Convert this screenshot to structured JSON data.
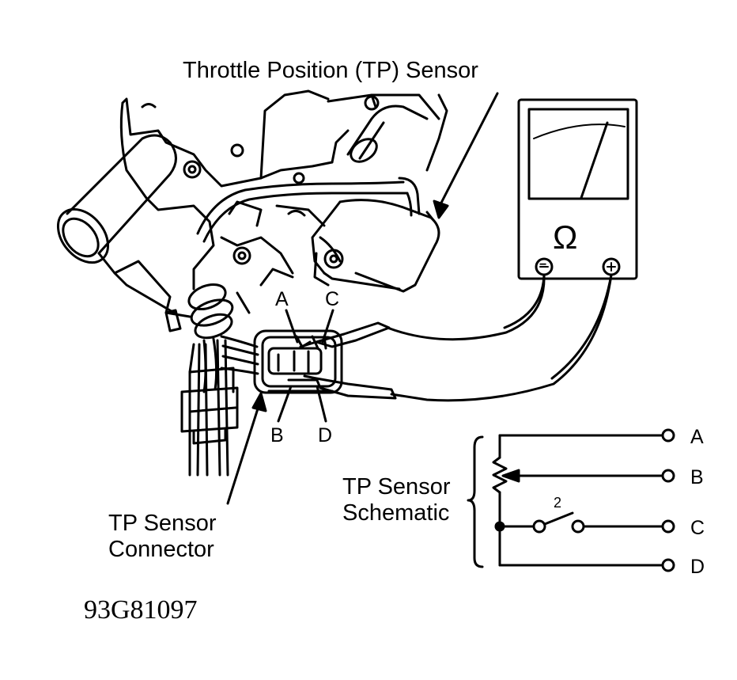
{
  "labels": {
    "tp_sensor_title": "Throttle Position (TP) Sensor",
    "connector_line1": "TP Sensor",
    "connector_line2": "Connector",
    "schematic_line1": "TP Sensor",
    "schematic_line2": "Schematic",
    "figure_code": "93G81097"
  },
  "connector_pins": {
    "a": "A",
    "b": "B",
    "c": "C",
    "d": "D"
  },
  "schematic": {
    "terminals": [
      "A",
      "B",
      "C",
      "D"
    ],
    "switch_number": "2"
  },
  "ohmmeter": {
    "unit_symbol": "Ω",
    "negative_symbol": "−",
    "positive_symbol": "+"
  },
  "colors": {
    "ink": "#000000",
    "paper": "#ffffff"
  }
}
